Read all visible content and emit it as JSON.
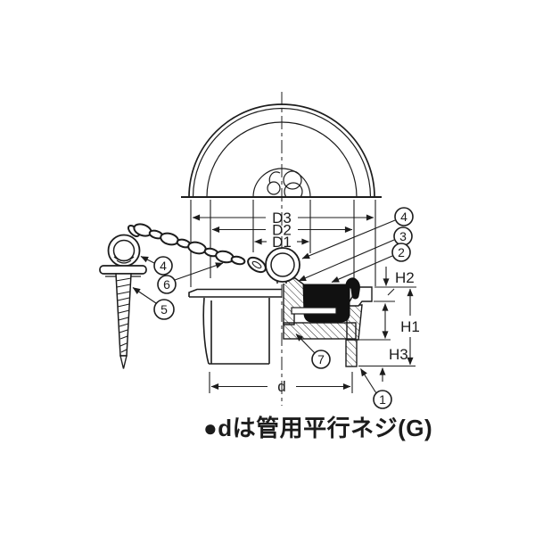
{
  "drawing": {
    "note": "●dは管用平行ネジ(G)",
    "dimension_labels": {
      "D3": "D3",
      "D2": "D2",
      "D1": "D1",
      "d": "d",
      "H1": "H1",
      "H2": "H2",
      "H3": "H3"
    },
    "callout_labels": {
      "c1": "1",
      "c2": "2",
      "c3": "3",
      "c4": "4",
      "c5": "5",
      "c6": "6",
      "c7": "7"
    },
    "colors": {
      "line": "#1c1c1c",
      "packing": "#111111",
      "background": "#ffffff"
    }
  }
}
